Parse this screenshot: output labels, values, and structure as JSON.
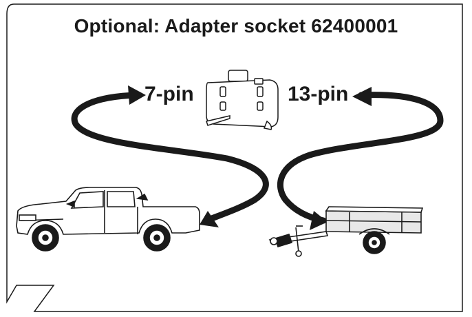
{
  "title": "Optional: Adapter socket 62400001",
  "connections": {
    "left_label": "7-pin",
    "right_label": "13-pin"
  },
  "icons": [
    "adapter-socket-icon",
    "pickup-truck-icon",
    "trailer-icon"
  ],
  "colors": {
    "stroke": "#1a1a1a",
    "background": "#ffffff",
    "trailer_body": "#e8e8e8"
  }
}
